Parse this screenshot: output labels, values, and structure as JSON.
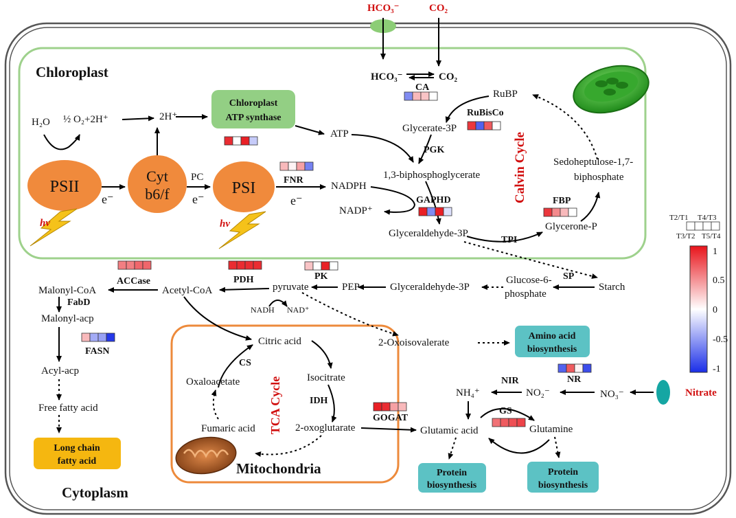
{
  "compartments": {
    "chloroplast": "Chloroplast",
    "cytoplasm": "Cytoplasm",
    "mitochondria": "Mitochondria"
  },
  "cycles": {
    "calvin": "Calvin Cycle",
    "tca": "TCA Cycle"
  },
  "inputs": {
    "hco3_top": "HCO₃⁻",
    "co2_top": "CO₂",
    "nitrate": "Nitrate"
  },
  "metabolites": {
    "hco3": "HCO₃⁻",
    "co2": "CO₂",
    "h2o": "H₂O",
    "half_o2": "½ O₂+2H⁺",
    "two_h": "2H⁺",
    "atp": "ATP",
    "nadph": "NADPH",
    "nadp": "NADP⁺",
    "rubp": "RuBP",
    "glycerate3p": "Glycerate-3P",
    "bpg": "1,3-biphosphoglycerate",
    "gap_chl": "Glyceraldehyde-3P",
    "glycerone": "Glycerone-P",
    "sedo1": "Sedoheptulose-1,7-",
    "sedo2": "biphosphate",
    "starch": "Starch",
    "g6p1": "Glucose-6-",
    "g6p2": "phosphate",
    "gap_cyto": "Glyceraldehyde-3P",
    "pep": "PEP",
    "pyruvate": "pyruvate",
    "nadh": "NADH",
    "nad": "NAD⁺",
    "acetylcoa": "Acetyl-CoA",
    "malonylcoa": "Malonyl-CoA",
    "malonylacp": "Malonyl-acp",
    "acylacp": "Acyl-acp",
    "ffa": "Free fatty acid",
    "oxoisovalerate": "2-Oxoisovalerate",
    "citric": "Citric acid",
    "isocitrate": "Isocitrate",
    "oxoglutarate": "2-oxoglutarate",
    "fumaric": "Fumaric acid",
    "oxaloacetate": "Oxaloacetate",
    "nh4": "NH₄⁺",
    "no2": "NO₂⁻",
    "no3": "NO₃⁻",
    "glutamic": "Glutamic acid",
    "glutamine": "Glutamine",
    "electron": "e⁻",
    "hv": "hv"
  },
  "complexes": {
    "psii": "PSII",
    "cyt1": "Cyt",
    "cyt2": "b6/f",
    "psi": "PSI",
    "pc": "PC"
  },
  "boxes": {
    "atp_synthase_1": "Chloroplast",
    "atp_synthase_2": "ATP synthase",
    "amino_1": "Amino acid",
    "amino_2": "biosynthesis",
    "lcfa_1": "Long chain",
    "lcfa_2": "fatty acid",
    "protein_1": "Protein",
    "protein_2": "biosynthesis"
  },
  "enzymes": {
    "ca": "CA",
    "rubisco": "RuBisCo",
    "pgk": "PGK",
    "gaphd": "GAPHD",
    "fbp": "FBP",
    "tpi": "TPI",
    "fnr": "FNR",
    "sp": "SP",
    "pk": "PK",
    "pdh": "PDH",
    "accase": "ACCase",
    "fabd": "FabD",
    "fasn": "FASN",
    "cs": "CS",
    "idh": "IDH",
    "gogat": "GOGAT",
    "nir": "NIR",
    "nr": "NR",
    "gs": "GS"
  },
  "heatmap_legend": {
    "cell_labels": [
      "T2/T1",
      "T4/T3",
      "T3/T2",
      "T5/T4"
    ],
    "scale_ticks": [
      "1",
      "0.5",
      "0",
      "-0.5",
      "-1"
    ],
    "colors": {
      "max": "#e8141b",
      "mid": "#ffffff",
      "min": "#1a2ee8"
    }
  },
  "heatmaps": {
    "ca": [
      -0.55,
      0.3,
      0.25,
      0.0
    ],
    "rubisco": [
      0.85,
      -0.75,
      0.7,
      0.0
    ],
    "atp_synthase": [
      0.9,
      0.0,
      0.95,
      -0.25
    ],
    "fnr": [
      0.3,
      0.05,
      0.4,
      -0.6
    ],
    "gaphd": [
      0.95,
      -0.55,
      0.95,
      -0.15
    ],
    "fbp": [
      0.85,
      0.5,
      0.3,
      0.0
    ],
    "pdh": [
      0.9,
      0.9,
      0.9,
      0.9
    ],
    "pk": [
      0.25,
      0.0,
      0.95,
      0.0
    ],
    "accase": [
      0.55,
      0.55,
      0.65,
      0.65
    ],
    "fasn": [
      0.3,
      -0.4,
      -0.45,
      -0.95
    ],
    "gogat": [
      0.95,
      0.9,
      0.4,
      0.3
    ],
    "nr": [
      -0.75,
      0.7,
      0.05,
      -0.85
    ],
    "gs": [
      0.6,
      0.7,
      0.75,
      0.8
    ]
  }
}
